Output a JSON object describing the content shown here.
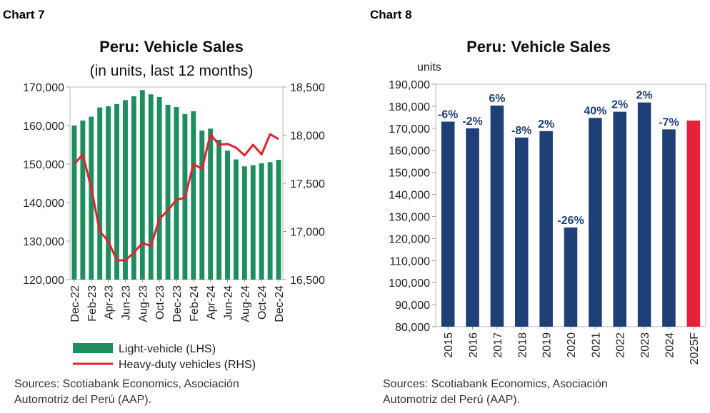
{
  "colors": {
    "green": "#1e8e5f",
    "red": "#e02232",
    "navy": "#1f3f77",
    "bar_red": "#e8213a"
  },
  "chart7": {
    "label": "Chart 7",
    "title": "Peru: Vehicle Sales",
    "subtitle": "(in units, last 12 months)",
    "sources_line1": "Sources: Scotiabank Economics, Asociación",
    "sources_line2": "Automotriz del Perú (AAP).",
    "legend": [
      "Light-vehicle (LHS)",
      "Heavy-duty vehicles (RHS)"
    ]
  },
  "chart8": {
    "label": "Chart 8",
    "title": "Peru: Vehicle Sales",
    "ylabel": "units",
    "sources_line1": "Sources: Scotiabank Economics, Asociación",
    "sources_line2": "Automotriz del Perú (AAP)."
  },
  "chart_data": [
    {
      "type": "bar",
      "title": "Peru: Vehicle Sales",
      "subtitle": "(in units, last 12 months)",
      "x_tick_labels": [
        "Dec-22",
        "Feb-23",
        "Apr-23",
        "Jun-23",
        "Aug-23",
        "Oct-23",
        "Dec-23",
        "Feb-24",
        "Apr-24",
        "Jun-24",
        "Aug-24",
        "Oct-24",
        "Dec-24"
      ],
      "y_left_ticks": [
        "120,000",
        "130,000",
        "140,000",
        "150,000",
        "160,000",
        "170,000"
      ],
      "y_right_ticks": [
        "16,500",
        "17,000",
        "17,500",
        "18,000",
        "18,500"
      ],
      "ylim_left": [
        120000,
        170000
      ],
      "ylim_right": [
        16500,
        18500
      ],
      "series": [
        {
          "name": "Light-vehicle (LHS)",
          "type": "bar",
          "axis": "left",
          "values": [
            160000,
            161300,
            162300,
            164700,
            165000,
            165600,
            166600,
            167600,
            169200,
            168100,
            167400,
            165400,
            164800,
            163000,
            163700,
            158700,
            159200,
            156300,
            153500,
            151200,
            149400,
            149700,
            150200,
            150500,
            151100
          ]
        },
        {
          "name": "Heavy-duty vehicles (RHS)",
          "type": "line",
          "axis": "right",
          "values": [
            17700,
            17800,
            17450,
            17000,
            16900,
            16700,
            16700,
            16780,
            16880,
            16850,
            17130,
            17220,
            17330,
            17350,
            17700,
            17650,
            18010,
            17900,
            17910,
            17870,
            17790,
            17900,
            17800,
            18010,
            17960
          ]
        }
      ]
    },
    {
      "type": "bar",
      "title": "Peru: Vehicle Sales",
      "ylabel": "units",
      "categories": [
        "2015",
        "2016",
        "2017",
        "2018",
        "2019",
        "2020",
        "2021",
        "2022",
        "2023",
        "2024",
        "2025F"
      ],
      "values": [
        173000,
        170000,
        180300,
        165800,
        168700,
        125000,
        174700,
        177500,
        181700,
        169500,
        173500
      ],
      "data_labels": [
        "-6%",
        "-2%",
        "6%",
        "-8%",
        "2%",
        "-26%",
        "40%",
        "2%",
        "2%",
        "-7%",
        ""
      ],
      "y_ticks": [
        "80,000",
        "90,000",
        "100,000",
        "110,000",
        "120,000",
        "130,000",
        "140,000",
        "150,000",
        "160,000",
        "170,000",
        "180,000",
        "190,000"
      ],
      "ylim": [
        80000,
        190000
      ]
    }
  ]
}
